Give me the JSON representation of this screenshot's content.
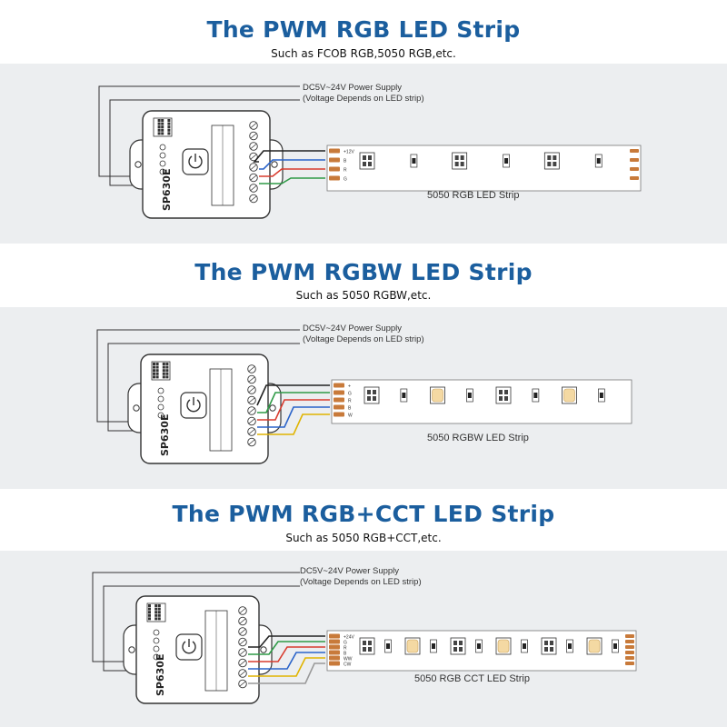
{
  "sections": [
    {
      "title": "The PWM RGB LED Strip",
      "subtitle": "Such as FCOB RGB,5050 RGB,etc.",
      "power_line1": "DC5V~24V Power Supply",
      "power_line2": "(Voltage Depends on LED strip)",
      "strip_label": "5050 RGB LED Strip",
      "controller_model": "SP630E",
      "pads": [
        "+12V",
        "B",
        "R",
        "G"
      ],
      "wire_colors": [
        "#222222",
        "#2a63c9",
        "#d83b2e",
        "#2e9a46"
      ]
    },
    {
      "title": "The PWM RGBW LED Strip",
      "subtitle": "Such as 5050 RGBW,etc.",
      "power_line1": "DC5V~24V Power Supply",
      "power_line2": "(Voltage Depends on LED strip)",
      "strip_label": "5050 RGBW LED Strip",
      "controller_model": "SP630E",
      "pads": [
        "+",
        "G",
        "R",
        "B",
        "W"
      ],
      "wire_colors": [
        "#222222",
        "#2e9a46",
        "#d83b2e",
        "#2a63c9",
        "#e0b400"
      ]
    },
    {
      "title": "The PWM RGB+CCT LED Strip",
      "subtitle": "Such as 5050 RGB+CCT,etc.",
      "power_line1": "DC5V~24V Power Supply",
      "power_line2": "(Voltage Depends on LED strip)",
      "strip_label": "5050 RGB CCT LED Strip",
      "controller_model": "SP630E",
      "pads": [
        "+24V",
        "G",
        "R",
        "B",
        "WW",
        "CW"
      ],
      "wire_colors": [
        "#222222",
        "#2e9a46",
        "#d83b2e",
        "#2a63c9",
        "#e0b400",
        "#999999"
      ]
    }
  ]
}
